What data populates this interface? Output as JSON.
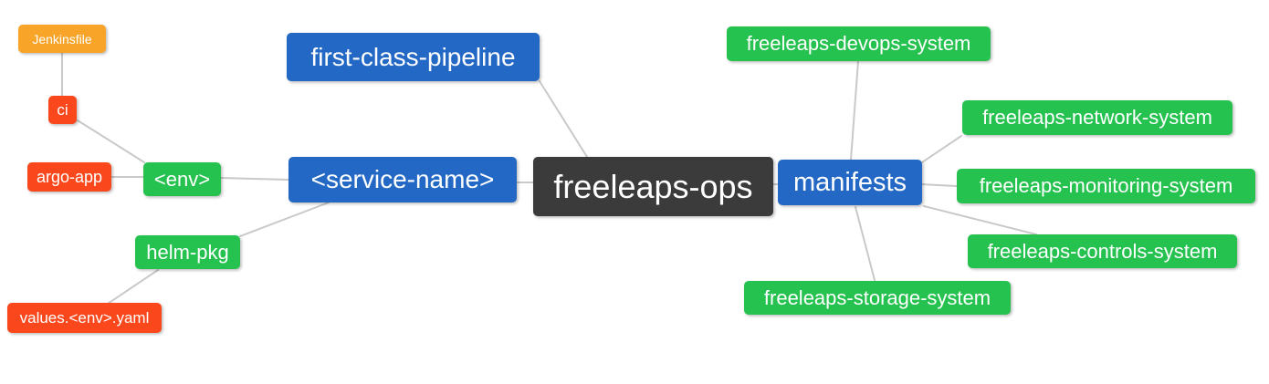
{
  "canvas": {
    "background": "#ffffff"
  },
  "colors": {
    "root": "#3b3b3b",
    "primary": "#2368c4",
    "green": "#25c24f",
    "red": "#fa481c",
    "orange": "#f7a428",
    "edge": "#c9c9c9",
    "text": "#ffffff"
  },
  "nodes": {
    "root": {
      "label": "freeleaps-ops",
      "color": "root"
    },
    "first_class_pipeline": {
      "label": "first-class-pipeline",
      "color": "primary"
    },
    "service_name": {
      "label": "<service-name>",
      "color": "primary"
    },
    "manifests": {
      "label": "manifests",
      "color": "primary"
    },
    "env": {
      "label": "<env>",
      "color": "green"
    },
    "helm_pkg": {
      "label": "helm-pkg",
      "color": "green"
    },
    "jenkinsfile": {
      "label": "Jenkinsfile",
      "color": "orange"
    },
    "ci": {
      "label": "ci",
      "color": "red"
    },
    "argo_app": {
      "label": "argo-app",
      "color": "red"
    },
    "values_env_yaml": {
      "label": "values.<env>.yaml",
      "color": "red"
    },
    "devops_system": {
      "label": "freeleaps-devops-system",
      "color": "green"
    },
    "network_system": {
      "label": "freeleaps-network-system",
      "color": "green"
    },
    "monitoring_system": {
      "label": "freeleaps-monitoring-system",
      "color": "green"
    },
    "controls_system": {
      "label": "freeleaps-controls-system",
      "color": "green"
    },
    "storage_system": {
      "label": "freeleaps-storage-system",
      "color": "green"
    }
  },
  "edges": [
    {
      "from": "jenkinsfile",
      "to": "ci"
    },
    {
      "from": "ci",
      "to": "env"
    },
    {
      "from": "argo_app",
      "to": "env"
    },
    {
      "from": "env",
      "to": "service_name"
    },
    {
      "from": "helm_pkg",
      "to": "service_name"
    },
    {
      "from": "values_env_yaml",
      "to": "helm_pkg"
    },
    {
      "from": "first_class_pipeline",
      "to": "root"
    },
    {
      "from": "service_name",
      "to": "root"
    },
    {
      "from": "root",
      "to": "manifests"
    },
    {
      "from": "manifests",
      "to": "devops_system"
    },
    {
      "from": "manifests",
      "to": "network_system"
    },
    {
      "from": "manifests",
      "to": "monitoring_system"
    },
    {
      "from": "manifests",
      "to": "controls_system"
    },
    {
      "from": "manifests",
      "to": "storage_system"
    }
  ]
}
